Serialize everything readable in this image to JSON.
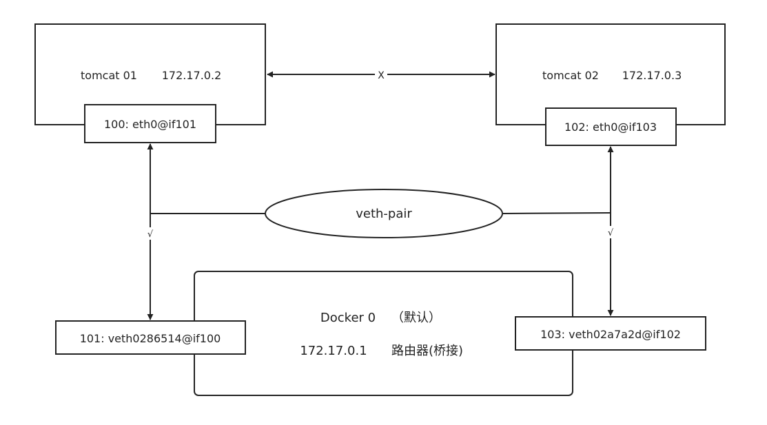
{
  "containers": {
    "tomcat01": {
      "name": "tomcat 01",
      "ip": "172.17.0.2"
    },
    "tomcat02": {
      "name": "tomcat 02",
      "ip": "172.17.0.3"
    }
  },
  "interfaces": {
    "tomcat01_eth": "100: eth0@if101",
    "tomcat02_eth": "102: eth0@if103",
    "docker_veth_left": "101: veth0286514@if100",
    "docker_veth_right": "103: veth02a7a2d@if102"
  },
  "veth_pair": {
    "label": "veth-pair"
  },
  "direct_link": {
    "label": "X"
  },
  "checks": {
    "left": "√",
    "right": "√"
  },
  "docker0": {
    "title": "Docker 0",
    "note": "（默认）",
    "ip": "172.17.0.1",
    "role": "路由器(桥接)"
  },
  "colors": {
    "stroke": "#222222",
    "background": "#ffffff"
  }
}
